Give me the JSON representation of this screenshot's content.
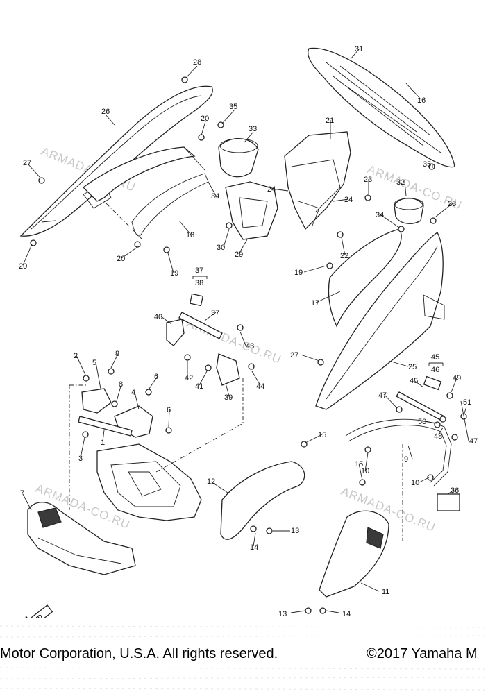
{
  "watermark": "ARMADA-CO.RU",
  "copyright_left": "Motor Corporation, U.S.A. All rights reserved.",
  "copyright_right": "©2017 Yamaha M",
  "fwd_label": "FWD",
  "callouts": {
    "c1": "1",
    "c2": "2",
    "c3": "3",
    "c4": "4",
    "c5": "5",
    "c6a": "6",
    "c6b": "6",
    "c7": "7",
    "c8a": "8",
    "c8b": "8",
    "c9": "9",
    "c10a": "10",
    "c10b": "10",
    "c11": "11",
    "c12": "12",
    "c13a": "13",
    "c13b": "13",
    "c14a": "14",
    "c14b": "14",
    "c15a": "15",
    "c15b": "15",
    "c16": "16",
    "c17": "17",
    "c18": "18",
    "c19a": "19",
    "c19b": "19",
    "c20a": "20",
    "c20b": "20",
    "c20c": "20",
    "c21": "21",
    "c22": "22",
    "c23": "23",
    "c24a": "24",
    "c24b": "24",
    "c25": "25",
    "c26": "26",
    "c27a": "27",
    "c27b": "27",
    "c28a": "28",
    "c28b": "28",
    "c29": "29",
    "c30": "30",
    "c31": "31",
    "c32": "32",
    "c33": "33",
    "c34a": "34",
    "c34b": "34",
    "c35a": "35",
    "c35b": "35",
    "c36": "36",
    "c37a": "37",
    "c37b": "37",
    "c38": "38",
    "c39": "39",
    "c40": "40",
    "c41": "41",
    "c42": "42",
    "c43": "43",
    "c44": "44",
    "c45a": "45",
    "c45b": "45",
    "c46": "46",
    "c47a": "47",
    "c47b": "47",
    "c48": "48",
    "c49": "49",
    "c50": "50",
    "c51": "51"
  }
}
